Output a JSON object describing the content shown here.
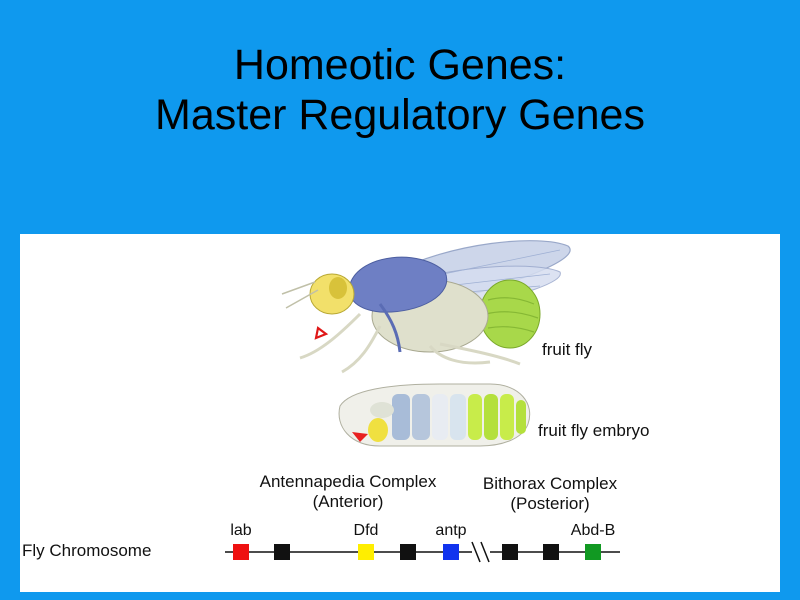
{
  "title": {
    "line1": "Homeotic Genes:",
    "line2": "Master Regulatory Genes"
  },
  "figure": {
    "adult_label": "fruit fly",
    "embryo_label": "fruit fly embryo",
    "antennapedia": {
      "line1": "Antennapedia Complex",
      "line2": "(Anterior)"
    },
    "bithorax": {
      "line1": "Bithorax Complex",
      "line2": "(Posterior)"
    },
    "chromosome_label": "Fly Chromosome",
    "genes": [
      {
        "label": "lab",
        "color": "#ee1111"
      },
      {
        "label": "",
        "color": "#111111"
      },
      {
        "label": "Dfd",
        "color": "#ffee00"
      },
      {
        "label": "",
        "color": "#111111"
      },
      {
        "label": "antp",
        "color": "#1133ee"
      },
      {
        "label": "",
        "color": "#111111"
      },
      {
        "label": "",
        "color": "#111111"
      },
      {
        "label": "Abd-B",
        "color": "#119922"
      }
    ]
  },
  "colors": {
    "background": "#0f99ee",
    "panel": "#ffffff"
  }
}
